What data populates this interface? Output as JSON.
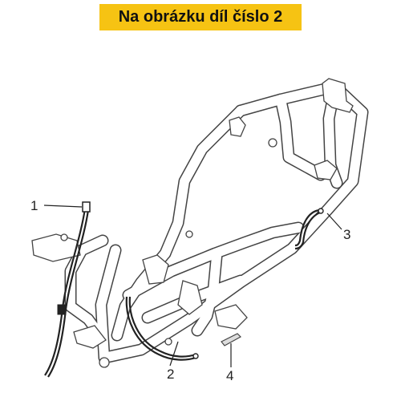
{
  "banner": {
    "text": "Na obrázku díl číslo 2"
  },
  "callouts": [
    {
      "id": "1",
      "label": "1"
    },
    {
      "id": "2",
      "label": "2"
    },
    {
      "id": "3",
      "label": "3"
    },
    {
      "id": "4",
      "label": "4"
    }
  ],
  "colors": {
    "banner_bg": "#f6c313",
    "line": "#444444",
    "frame_fill": "#ffffff",
    "cable": "#222222"
  }
}
